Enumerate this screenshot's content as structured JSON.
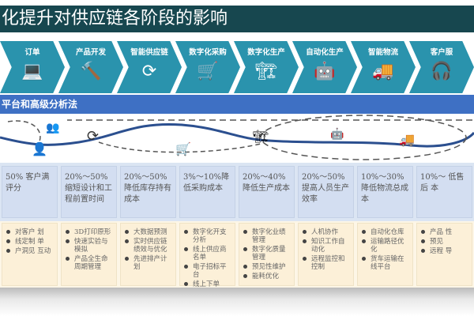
{
  "title": "化提升对供应链各阶段的影响",
  "stages": [
    {
      "label": "订单",
      "icon": "laptop-icon",
      "glyph": "💻"
    },
    {
      "label": "产品开发",
      "icon": "gavel-icon",
      "glyph": "🔨"
    },
    {
      "label": "智能供应链",
      "icon": "cycle-arrows-icon",
      "glyph": "⟳"
    },
    {
      "label": "数字化采购",
      "icon": "shopping-cart-icon",
      "glyph": "🛒"
    },
    {
      "label": "数字化生产",
      "icon": "crane-icon",
      "glyph": "🏗"
    },
    {
      "label": "自动化生产",
      "icon": "robot-icon",
      "glyph": "🤖"
    },
    {
      "label": "智能物流",
      "icon": "truck-icon",
      "glyph": "🚚"
    },
    {
      "label": "客户服",
      "icon": "headset-agent-icon",
      "glyph": "🎧"
    }
  ],
  "banner": "平台和高级分析法",
  "metrics": [
    "50% 客户满 评分",
    "20%～50%缩短设计和工程前置时间",
    "20%～50%降低库存持有成本",
    "3%～10%降低采购成本",
    "20%～40%降低生产成本",
    "20%～50%提高人员生产效率",
    "10%～30%降低物流总成本",
    "10%～ 低售后 本"
  ],
  "bullets": [
    [
      "对客户 划",
      "线定制 单",
      "户洞见 互动"
    ],
    [
      "3D打印原形",
      "快速实验与模拟",
      "产品全生命周期管理"
    ],
    [
      "大数据预测",
      "实时供应链绩效与优化",
      "先进排产计划"
    ],
    [
      "数字化开支分析",
      "线上供应商名单",
      "电子招标平台",
      "线上下单"
    ],
    [
      "数字化业绩管理",
      "数字化质量管理",
      "预见性维护",
      "能耗优化"
    ],
    [
      "人机协作",
      "知识工作自动化",
      "远程监控和控制"
    ],
    [
      "自动化仓库",
      "运输路径优化",
      "货车运输在线平台"
    ],
    [
      "产品 性",
      "预见",
      "远程 导"
    ]
  ],
  "colors": {
    "title_bg": "#17474f",
    "chevron": "#2a93ad",
    "banner": "#3e70c4",
    "metric_bg": "#d3def1",
    "bullet_bg": "#fcf0d8",
    "curve": "#2b4f8f"
  }
}
